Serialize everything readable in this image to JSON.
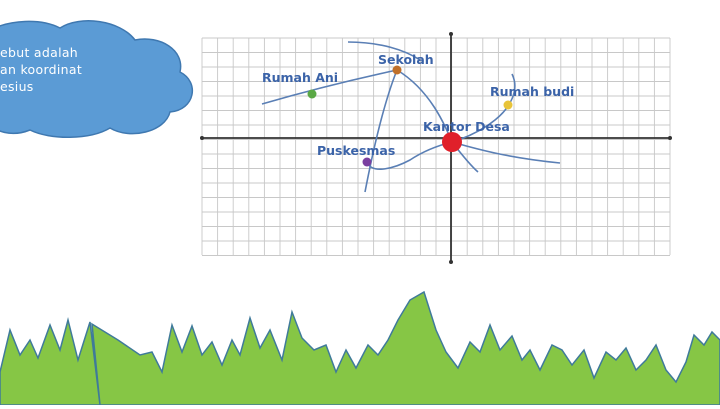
{
  "slide": {
    "cloud_text": [
      "ebut adalah",
      "an koordinat",
      "esius"
    ]
  },
  "map": {
    "grid_color": "#c8c8c8",
    "axis_color": "#333333",
    "road_color": "#5a7fb5",
    "label_color": "#3b63a8",
    "places": [
      {
        "id": "rumah-ani",
        "label": "Rumah Ani",
        "color": "#5aa845"
      },
      {
        "id": "sekolah",
        "label": "Sekolah",
        "color": "#c0702a"
      },
      {
        "id": "rumah-budi",
        "label": "Rumah budi",
        "color": "#e8c43a"
      },
      {
        "id": "kantor-desa",
        "label": "Kantor Desa",
        "color": "#e0202a"
      },
      {
        "id": "puskesmas",
        "label": "Puskesmas",
        "color": "#7a3fa0"
      }
    ]
  },
  "colors": {
    "cloud": "#5b9bd5",
    "cloud_edge": "#3f78b0",
    "grass": "#86c645",
    "grass_edge": "#3f7a9a"
  }
}
